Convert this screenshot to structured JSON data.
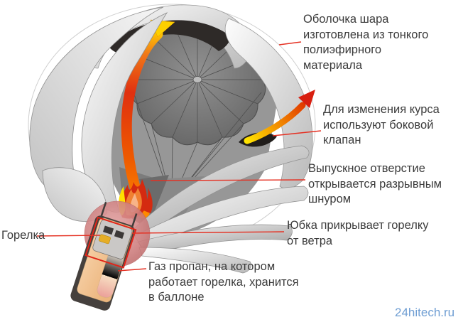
{
  "labels": {
    "envelope": "Оболочка шара\nизготовлена из тонкого\nполиэфирного\nматериала",
    "side_valve": "Для изменения курса\nиспользуют боковой\nклапан",
    "vent": "Выпускное отверстие\nоткрывается разрывным\nшнуром",
    "skirt": "Юбка прикрывает горелку\nот ветра",
    "burner": "Горелка",
    "gas": "Газ пропан, на котором\nработает горелка, хранится\nв баллоне"
  },
  "watermark": "24hitech.ru",
  "colors": {
    "leader_line": "#e53022",
    "label_text": "#3b3b3b",
    "watermark_text": "#6f9ed3",
    "burner_highlight_red": "#e02418",
    "hot_air_yellow": "#ffd400",
    "hot_air_red": "#e03010",
    "hot_air_orange": "#ff8c00",
    "envelope_gray": "#d9d9d9",
    "parachute_gray": "#7a7a7a",
    "interior_gray": "#979797",
    "skirt_pink": "#cf7f7f",
    "tank_tan": "#f2c69b",
    "flame_colors": [
      "#d42a10",
      "#f08030",
      "#f8b488",
      "#ffe000"
    ]
  },
  "parts": [
    "balloon-envelope-gores",
    "parachute-valve",
    "hot-air-flow-arrow",
    "side-vent-arrow",
    "top-vent-opening",
    "flame",
    "skirt-circle",
    "burner-unit",
    "propane-tank"
  ]
}
